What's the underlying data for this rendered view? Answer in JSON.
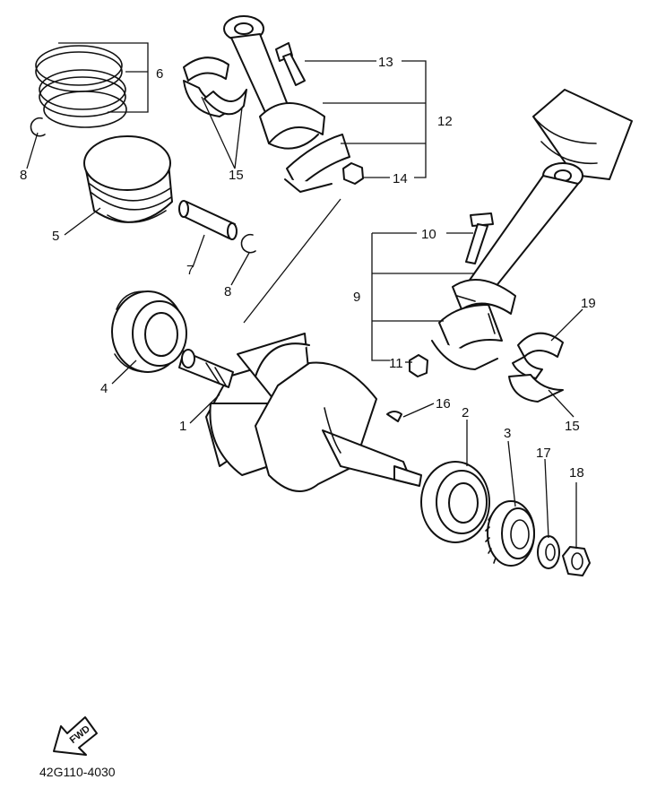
{
  "labels": {
    "n1": "1",
    "n2": "2",
    "n3": "3",
    "n4": "4",
    "n5": "5",
    "n6": "6",
    "n7": "7",
    "n8a": "8",
    "n8b": "8",
    "n9": "9",
    "n10": "10",
    "n11": "11",
    "n12": "12",
    "n13": "13",
    "n14": "14",
    "n15a": "15",
    "n15b": "15",
    "n16": "16",
    "n17": "17",
    "n18": "18",
    "n19": "19"
  },
  "fwd_arrow_text": "FWD",
  "diagram_code": "42G110-4030"
}
